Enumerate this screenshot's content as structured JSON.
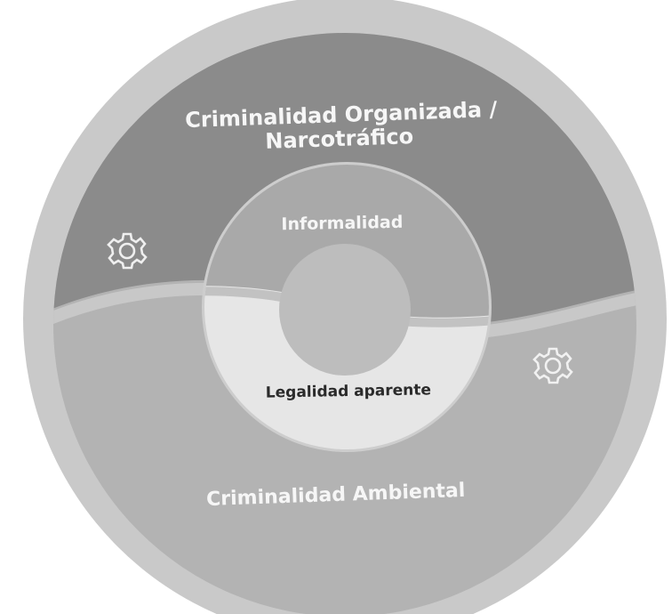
{
  "diagram": {
    "outer_top_label_line1": "Criminalidad Organizada /",
    "outer_top_label_line2": "Narcotráfico",
    "inner_top_label": "Informalidad",
    "inner_bottom_label": "Legalidad aparente",
    "outer_bottom_label": "Criminalidad Ambiental",
    "icons": [
      "gear-icon",
      "gear-icon"
    ],
    "colors": {
      "outer_ring": "#c9c9c9",
      "top_outer_segment": "#8b8b8b",
      "bottom_outer_segment": "#b3b3b3",
      "inner_top": "#a9a9a9",
      "inner_bottom": "#e6e6e6",
      "center": "#bdbdbd"
    }
  }
}
